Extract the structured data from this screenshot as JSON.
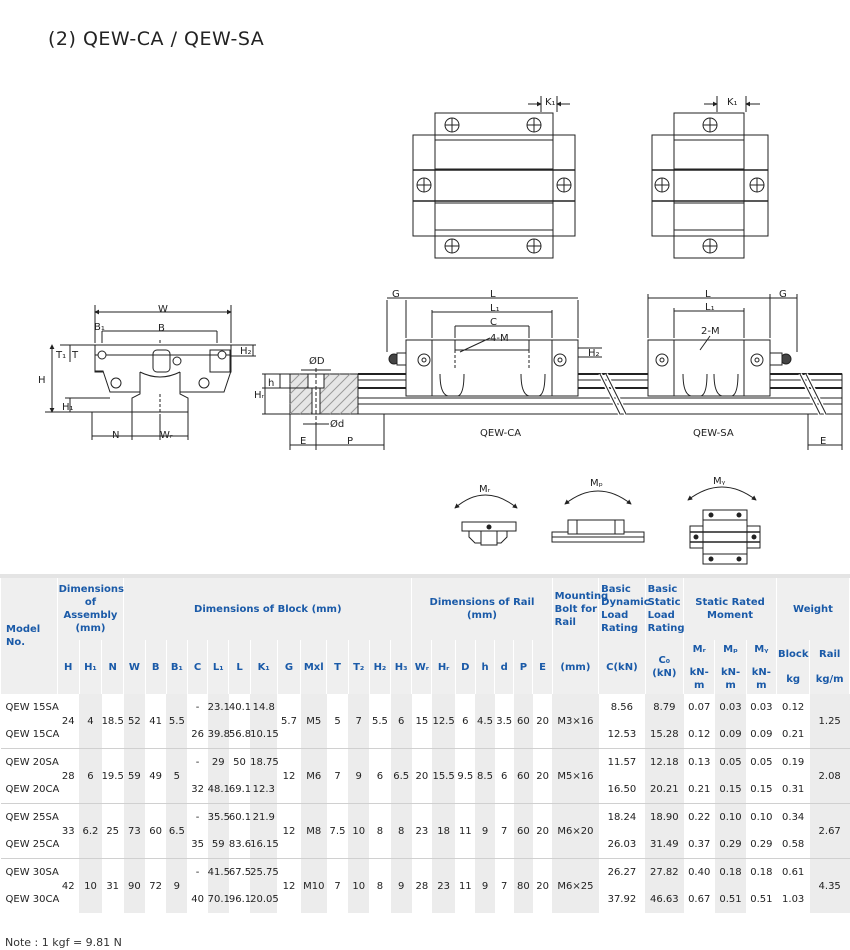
{
  "page": {
    "title": "(2) QEW-CA / QEW-SA",
    "note": "Note : 1 kgf = 9.81 N"
  },
  "drawing": {
    "labels": {
      "K1": "K₁",
      "W": "W",
      "B": "B",
      "B1": "B₁",
      "H": "H",
      "H1": "H₁",
      "T": "T",
      "T1": "T₁",
      "H2": "H₂",
      "N": "N",
      "WR": "Wᵣ",
      "OD": "ØD",
      "Od": "Ød",
      "h": "h",
      "HR": "Hᵣ",
      "E": "E",
      "P": "P",
      "G": "G",
      "L": "L",
      "L1": "L₁",
      "C": "C",
      "4M": "4-M",
      "2M": "2-M",
      "H2b": "H₂",
      "MR": "Mᵣ",
      "MP": "Mₚ",
      "MY": "Mᵧ"
    },
    "captions": {
      "ca": "QEW-CA",
      "sa": "QEW-SA"
    }
  },
  "table": {
    "group_headers": {
      "model": "Model No.",
      "assembly": "Dimensions of Assembly (mm)",
      "block": "Dimensions of Block (mm)",
      "rail": "Dimensions of Rail (mm)",
      "bolt": "Mounting Bolt for Rail",
      "dynamic": "Basic Dynamic Load Rating",
      "static": "Basic Static Load Rating",
      "moment": "Static Rated Moment",
      "weight": "Weight"
    },
    "sub_headers": [
      "H",
      "H₁",
      "N",
      "W",
      "B",
      "B₁",
      "C",
      "L₁",
      "L",
      "K₁",
      "G",
      "Mxl",
      "T",
      "T₂",
      "H₂",
      "H₃",
      "Wᵣ",
      "Hᵣ",
      "D",
      "h",
      "d",
      "P",
      "E",
      "(mm)",
      "C(kN)",
      "C₀ (kN)"
    ],
    "moment_sub": [
      "Mᵣ",
      "Mₚ",
      "Mᵧ"
    ],
    "moment_units": [
      "kN-m",
      "kN-m",
      "kN-m"
    ],
    "weight_sub": [
      "Block",
      "Rail"
    ],
    "weight_units": [
      "kg",
      "kg/m"
    ],
    "rows": [
      [
        "QEW 15SA",
        "24",
        "4",
        "18.5",
        "52",
        "41",
        "5.5",
        "-",
        "23.1",
        "40.1",
        "14.8",
        "5.7",
        "M5",
        "5",
        "7",
        "5.5",
        "6",
        "15",
        "12.5",
        "6",
        "4.5",
        "3.5",
        "60",
        "20",
        "M3×16",
        "8.56",
        "8.79",
        "0.07",
        "0.03",
        "0.03",
        "0.12",
        "1.25"
      ],
      [
        "QEW 15CA",
        "",
        "",
        "",
        "",
        "",
        "",
        "26",
        "39.8",
        "56.8",
        "10.15",
        "",
        "",
        "",
        "",
        "",
        "",
        "",
        "",
        "",
        "",
        "",
        "",
        "",
        "",
        "12.53",
        "15.28",
        "0.12",
        "0.09",
        "0.09",
        "0.21",
        ""
      ],
      [
        "QEW 20SA",
        "28",
        "6",
        "19.5",
        "59",
        "49",
        "5",
        "-",
        "29",
        "50",
        "18.75",
        "12",
        "M6",
        "7",
        "9",
        "6",
        "6.5",
        "20",
        "15.5",
        "9.5",
        "8.5",
        "6",
        "60",
        "20",
        "M5×16",
        "11.57",
        "12.18",
        "0.13",
        "0.05",
        "0.05",
        "0.19",
        "2.08"
      ],
      [
        "QEW 20CA",
        "",
        "",
        "",
        "",
        "",
        "",
        "32",
        "48.1",
        "69.1",
        "12.3",
        "",
        "",
        "",
        "",
        "",
        "",
        "",
        "",
        "",
        "",
        "",
        "",
        "",
        "",
        "16.50",
        "20.21",
        "0.21",
        "0.15",
        "0.15",
        "0.31",
        ""
      ],
      [
        "QEW 25SA",
        "33",
        "6.2",
        "25",
        "73",
        "60",
        "6.5",
        "-",
        "35.5",
        "60.1",
        "21.9",
        "12",
        "M8",
        "7.5",
        "10",
        "8",
        "8",
        "23",
        "18",
        "11",
        "9",
        "7",
        "60",
        "20",
        "M6×20",
        "18.24",
        "18.90",
        "0.22",
        "0.10",
        "0.10",
        "0.34",
        "2.67"
      ],
      [
        "QEW 25CA",
        "",
        "",
        "",
        "",
        "",
        "",
        "35",
        "59",
        "83.6",
        "16.15",
        "",
        "",
        "",
        "",
        "",
        "",
        "",
        "",
        "",
        "",
        "",
        "",
        "",
        "",
        "26.03",
        "31.49",
        "0.37",
        "0.29",
        "0.29",
        "0.58",
        ""
      ],
      [
        "QEW 30SA",
        "42",
        "10",
        "31",
        "90",
        "72",
        "9",
        "-",
        "41.5",
        "67.5",
        "25.75",
        "12",
        "M10",
        "7",
        "10",
        "8",
        "9",
        "28",
        "23",
        "11",
        "9",
        "7",
        "80",
        "20",
        "M6×25",
        "26.27",
        "27.82",
        "0.40",
        "0.18",
        "0.18",
        "0.61",
        "4.35"
      ],
      [
        "QEW 30CA",
        "",
        "",
        "",
        "",
        "",
        "",
        "40",
        "70.1",
        "96.1",
        "20.05",
        "",
        "",
        "",
        "",
        "",
        "",
        "",
        "",
        "",
        "",
        "",
        "",
        "",
        "",
        "37.92",
        "46.63",
        "0.67",
        "0.51",
        "0.51",
        "1.03",
        ""
      ]
    ]
  }
}
